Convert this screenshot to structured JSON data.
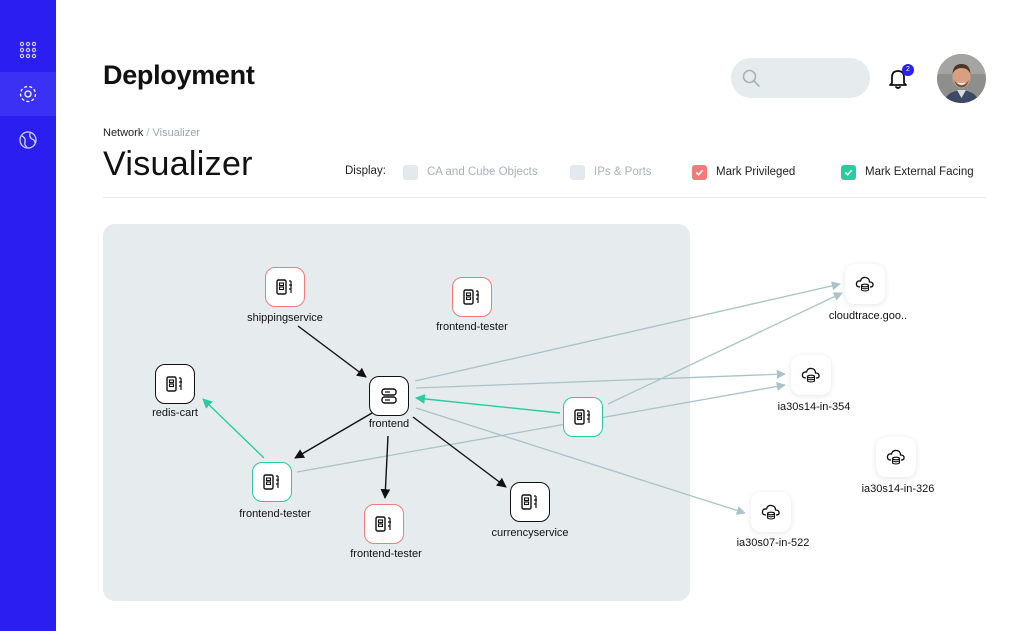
{
  "app": {
    "title": "Deployment"
  },
  "sidebar": {
    "items": [
      {
        "icon": "grid-icon"
      },
      {
        "icon": "network-icon",
        "active": true
      },
      {
        "icon": "globe-icon"
      }
    ]
  },
  "header": {
    "notifications_count": "2"
  },
  "breadcrumb": {
    "parent": "Network",
    "separator": "/",
    "current": "Visualizer"
  },
  "page": {
    "title": "Visualizer"
  },
  "display": {
    "label": "Display:",
    "options": [
      {
        "label": "CA and Cube Objects",
        "checked": false
      },
      {
        "label": "IPs & Ports",
        "checked": false
      },
      {
        "label": "Mark Privileged",
        "checked": true,
        "color": "#f07b78"
      },
      {
        "label": "Mark External Facing",
        "checked": true,
        "color": "#27cca0"
      }
    ]
  },
  "graph": {
    "nodes": {
      "shippingservice": "shippingservice",
      "frontend_tester_top": "frontend-tester",
      "redis_cart": "redis-cart",
      "frontend": "frontend",
      "frontend_tester_left": "frontend-tester",
      "frontend_tester_bottom": "frontend-tester",
      "currencyservice": "currencyservice",
      "cloudtrace": "cloudtrace.goo..",
      "ia30s14_354": "ia30s14-in-354",
      "ia30s14_326": "ia30s14-in-326",
      "ia30s07_522": "ia30s07-in-522"
    }
  },
  "colors": {
    "accent": "#2a1ff0",
    "privileged": "#f07b78",
    "external": "#27cca0",
    "edge_external": "#a9c3c9"
  }
}
